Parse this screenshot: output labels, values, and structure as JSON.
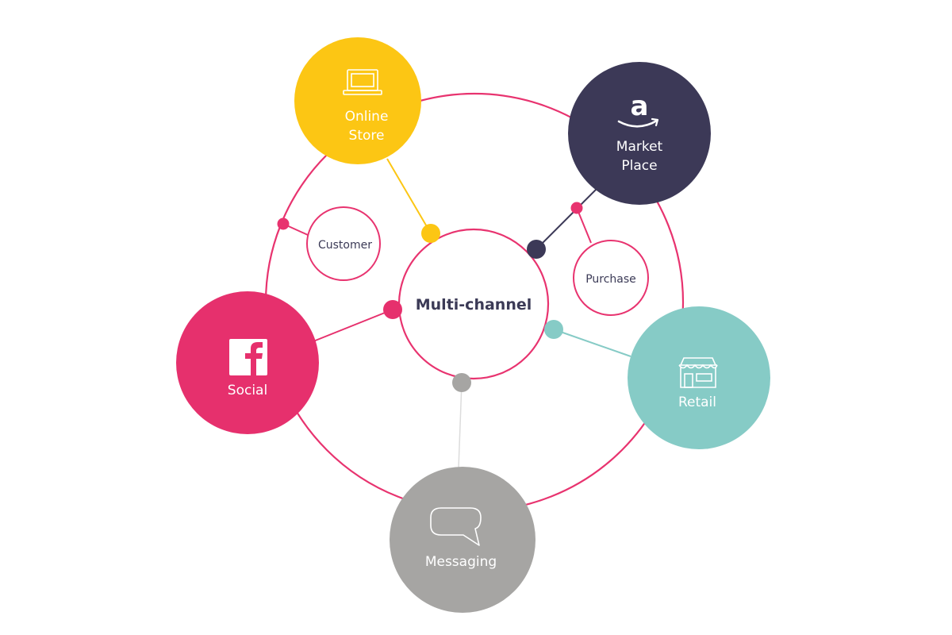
{
  "title": "Multi-channel",
  "colors": {
    "ring": "#e8336f",
    "online_store": "#fcc614",
    "market_place": "#3c3957",
    "social": "#e6306d",
    "retail": "#86cbc6",
    "messaging": "#a6a5a3",
    "text_dark": "#3b3a56",
    "messaging_line": "#dcdcdc"
  },
  "center": {
    "label": "Multi-channel"
  },
  "channels": [
    {
      "id": "online-store",
      "label_lines": [
        "Online",
        "Store"
      ],
      "icon": "laptop-icon",
      "color": "#fcc614"
    },
    {
      "id": "market-place",
      "label_lines": [
        "Market",
        "Place"
      ],
      "icon": "amazon-icon",
      "color": "#3c3957"
    },
    {
      "id": "social",
      "label_lines": [
        "Social"
      ],
      "icon": "facebook-icon",
      "color": "#e6306d"
    },
    {
      "id": "retail",
      "label_lines": [
        "Retail"
      ],
      "icon": "storefront-icon",
      "color": "#86cbc6"
    },
    {
      "id": "messaging",
      "label_lines": [
        "Messaging"
      ],
      "icon": "chat-bubble-icon",
      "color": "#a6a5a3"
    }
  ],
  "touchpoints": [
    {
      "id": "customer",
      "label": "Customer"
    },
    {
      "id": "purchase",
      "label": "Purchase"
    }
  ]
}
